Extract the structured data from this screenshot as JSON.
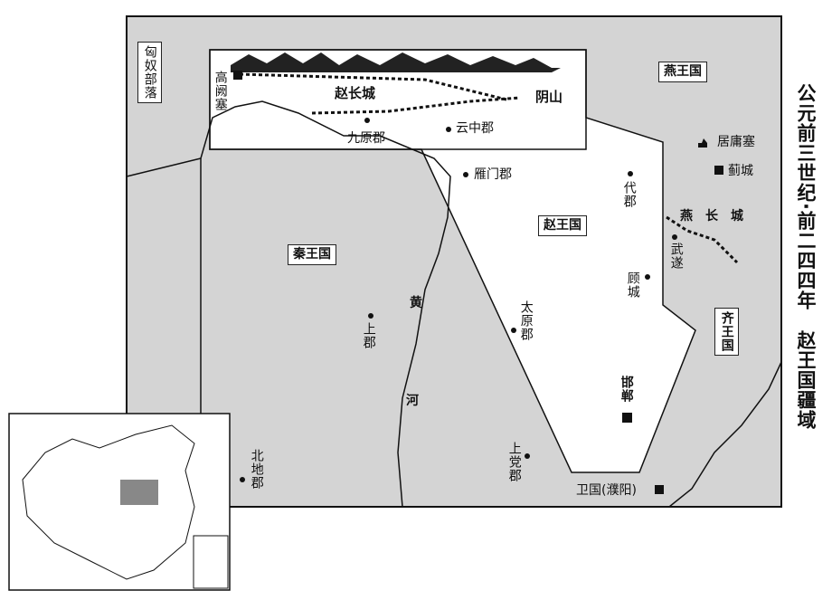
{
  "title": "公元前三世纪·前二四四年　赵王国疆域",
  "states": {
    "zhao": "赵王国",
    "qin": "秦王国",
    "yan": "燕王国",
    "qi": "齐王国",
    "xiongnu": "匈奴部落",
    "wei": "卫国(濮阳)"
  },
  "places": {
    "gaoque": "高阙塞",
    "zhao_wall": "赵长城",
    "yinshan": "阴山",
    "jiuyuan": "九原郡",
    "yunzhong": "云中郡",
    "yanmen": "雁门郡",
    "dai": "代郡",
    "juyong": "居庸塞",
    "ji": "蓟城",
    "yan_wall": "燕长城",
    "wusui": "武遂",
    "gucheng": "顾城",
    "taiyuan": "太原郡",
    "handan": "邯郸",
    "shangdang": "上党郡",
    "shang": "上郡",
    "beidi": "北地郡",
    "huanghe_1": "黄",
    "huanghe_2": "河"
  },
  "colors": {
    "land": "#d4d4d4",
    "zhao": "#ffffff",
    "line": "#111111"
  }
}
